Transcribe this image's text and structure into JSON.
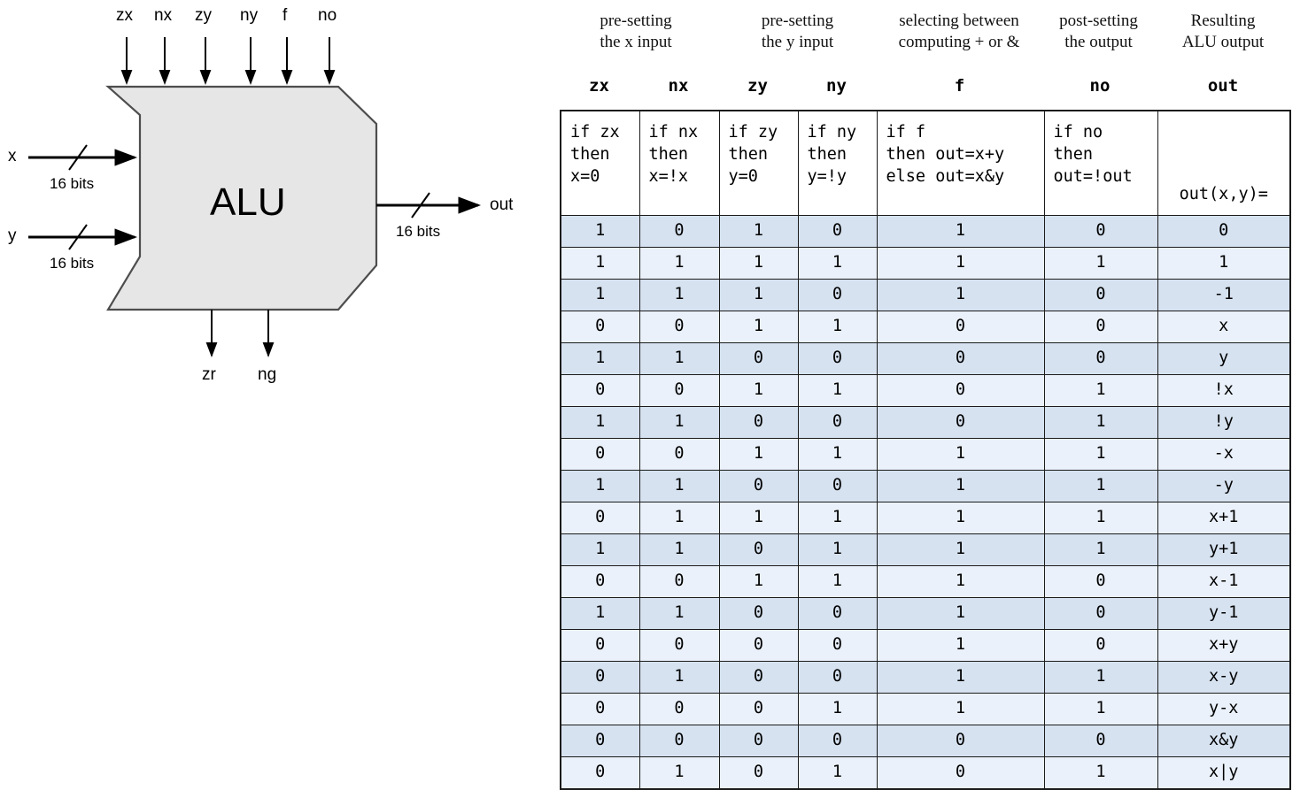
{
  "diagram": {
    "chip_label": "ALU",
    "control_inputs": [
      "zx",
      "nx",
      "zy",
      "ny",
      "f",
      "no"
    ],
    "data_inputs": [
      {
        "name": "x",
        "width_label": "16 bits"
      },
      {
        "name": "y",
        "width_label": "16 bits"
      }
    ],
    "data_output": {
      "name": "out",
      "width_label": "16 bits"
    },
    "status_outputs": [
      "zr",
      "ng"
    ],
    "colors": {
      "chip_fill": "#e6e6e6",
      "chip_stroke": "#4d4d4d",
      "wire": "#000000"
    }
  },
  "table": {
    "group_headers": [
      {
        "line1": "pre-setting",
        "line2": "the x input"
      },
      {
        "line1": "pre-setting",
        "line2": "the y input"
      },
      {
        "line1": "selecting between",
        "line2": "computing + or &"
      },
      {
        "line1": "post-setting",
        "line2": "the output"
      },
      {
        "line1": "Resulting",
        "line2": "ALU output"
      }
    ],
    "signal_headers": [
      "zx",
      "nx",
      "zy",
      "ny",
      "f",
      "no",
      "out"
    ],
    "definitions": [
      "if zx\nthen\nx=0",
      "if nx\nthen\nx=!x",
      "if zy\nthen\ny=0",
      "if ny\nthen\ny=!y",
      "if f\nthen out=x+y\nelse out=x&y",
      "if no\nthen\nout=!out",
      "out(x,y)="
    ],
    "rows": [
      [
        "1",
        "0",
        "1",
        "0",
        "1",
        "0",
        "0"
      ],
      [
        "1",
        "1",
        "1",
        "1",
        "1",
        "1",
        "1"
      ],
      [
        "1",
        "1",
        "1",
        "0",
        "1",
        "0",
        "-1"
      ],
      [
        "0",
        "0",
        "1",
        "1",
        "0",
        "0",
        "x"
      ],
      [
        "1",
        "1",
        "0",
        "0",
        "0",
        "0",
        "y"
      ],
      [
        "0",
        "0",
        "1",
        "1",
        "0",
        "1",
        "!x"
      ],
      [
        "1",
        "1",
        "0",
        "0",
        "0",
        "1",
        "!y"
      ],
      [
        "0",
        "0",
        "1",
        "1",
        "1",
        "1",
        "-x"
      ],
      [
        "1",
        "1",
        "0",
        "0",
        "1",
        "1",
        "-y"
      ],
      [
        "0",
        "1",
        "1",
        "1",
        "1",
        "1",
        "x+1"
      ],
      [
        "1",
        "1",
        "0",
        "1",
        "1",
        "1",
        "y+1"
      ],
      [
        "0",
        "0",
        "1",
        "1",
        "1",
        "0",
        "x-1"
      ],
      [
        "1",
        "1",
        "0",
        "0",
        "1",
        "0",
        "y-1"
      ],
      [
        "0",
        "0",
        "0",
        "0",
        "1",
        "0",
        "x+y"
      ],
      [
        "0",
        "1",
        "0",
        "0",
        "1",
        "1",
        "x-y"
      ],
      [
        "0",
        "0",
        "0",
        "1",
        "1",
        "1",
        "y-x"
      ],
      [
        "0",
        "0",
        "0",
        "0",
        "0",
        "0",
        "x&y"
      ],
      [
        "0",
        "1",
        "0",
        "1",
        "0",
        "1",
        "x|y"
      ]
    ],
    "colors": {
      "row_dark": "#d6e2f0",
      "row_light": "#eaf1fa",
      "border": "#1b1b1b"
    }
  }
}
